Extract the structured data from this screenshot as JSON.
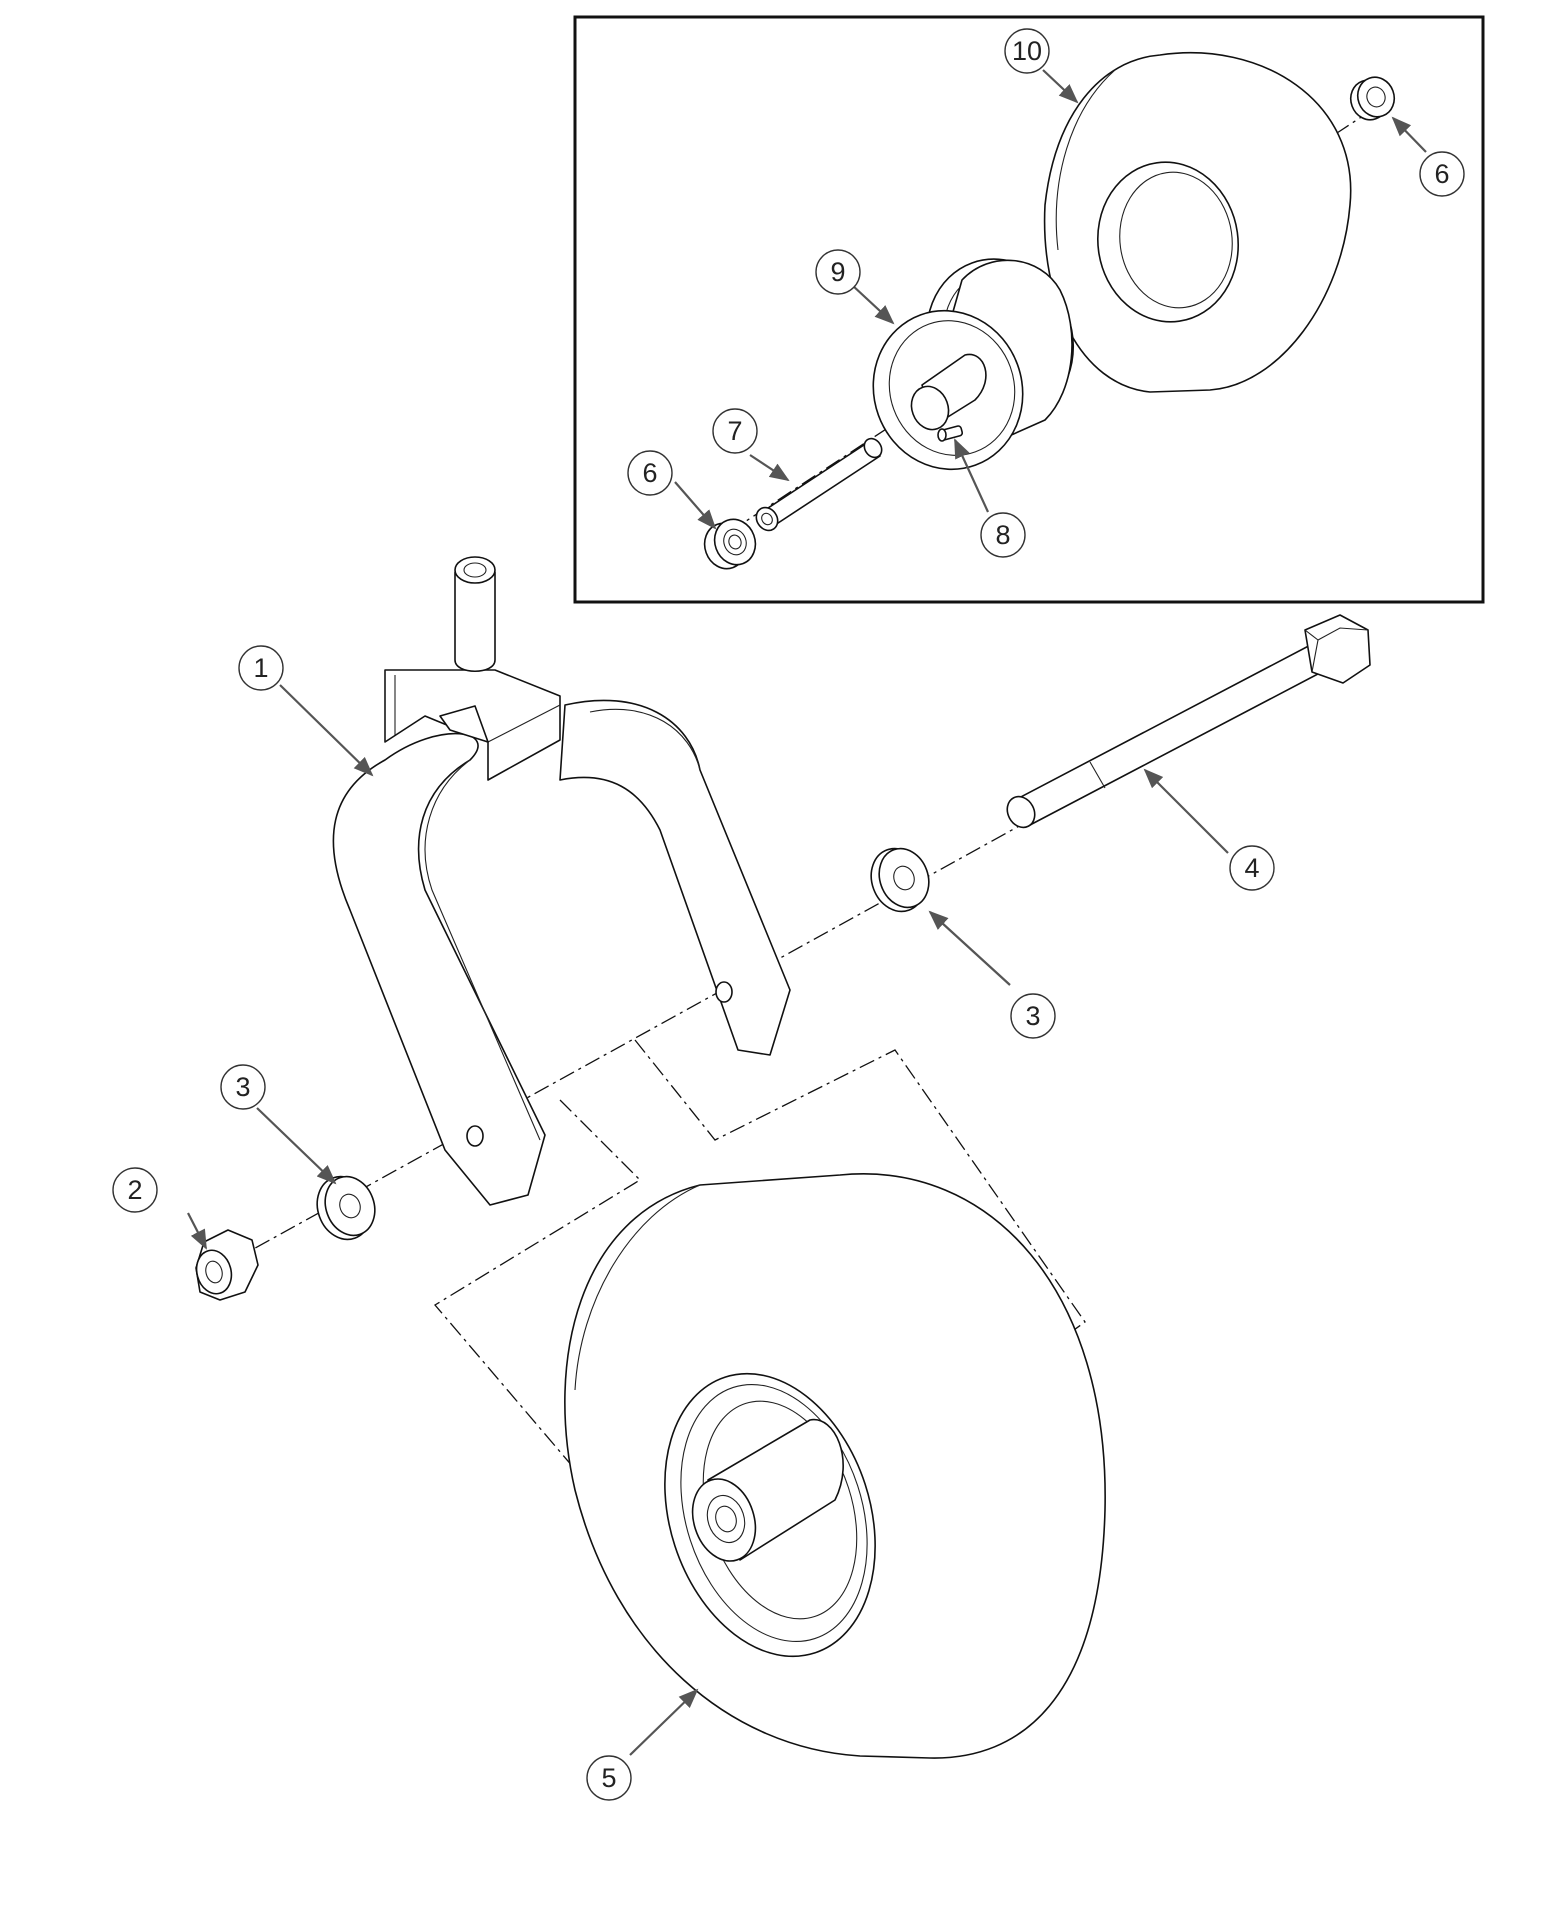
{
  "callouts": {
    "c1": "1",
    "c2": "2",
    "c3a": "3",
    "c3b": "3",
    "c4": "4",
    "c5": "5",
    "c6a": "6",
    "c6b": "6",
    "c7": "7",
    "c8": "8",
    "c9": "9",
    "c10": "10"
  }
}
